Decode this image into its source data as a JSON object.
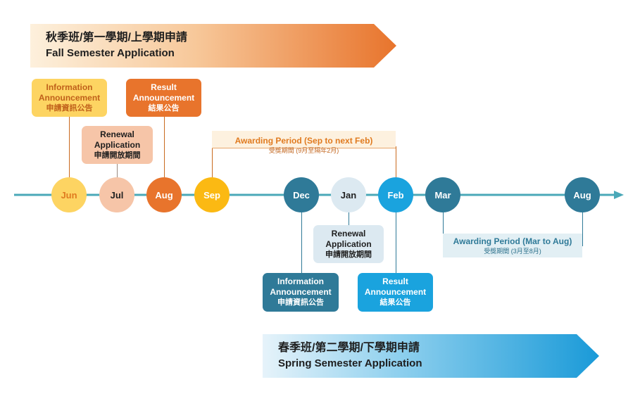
{
  "fall": {
    "title_zh": "秋季班/第一學期/上學期申請",
    "title_en": "Fall Semester Application",
    "info": {
      "en1": "Information",
      "en2": "Announcement",
      "zh": "申請資訊公告"
    },
    "renewal": {
      "en1": "Renewal",
      "en2": "Application",
      "zh": "申請開放期間"
    },
    "result": {
      "en1": "Result",
      "en2": "Announcement",
      "zh": "結果公告"
    },
    "awarding": {
      "en": "Awarding Period (Sep to next Feb)",
      "zh": "受獎期間 (9月至隔年2月)"
    }
  },
  "spring": {
    "title_zh": "春季班/第二學期/下學期申請",
    "title_en": "Spring Semester Application",
    "info": {
      "en1": "Information",
      "en2": "Announcement",
      "zh": "申請資訊公告"
    },
    "renewal": {
      "en1": "Renewal",
      "en2": "Application",
      "zh": "申請開放期間"
    },
    "result": {
      "en1": "Result",
      "en2": "Announcement",
      "zh": "結果公告"
    },
    "awarding": {
      "en": "Awarding Period (Mar to Aug)",
      "zh": "受獎期間 (3月至8月)"
    }
  },
  "months": [
    "Jun",
    "Jul",
    "Aug",
    "Sep",
    "Dec",
    "Jan",
    "Feb",
    "Mar",
    "Aug"
  ],
  "colors": {
    "timeline": "#4aa8b8",
    "yellow": "#fdd462",
    "peach": "#f6c5a8",
    "orange": "#e8742c",
    "gold": "#fbb913",
    "teal": "#2f7a98",
    "lightblue": "#dce9f1",
    "blue": "#1aa3de"
  }
}
